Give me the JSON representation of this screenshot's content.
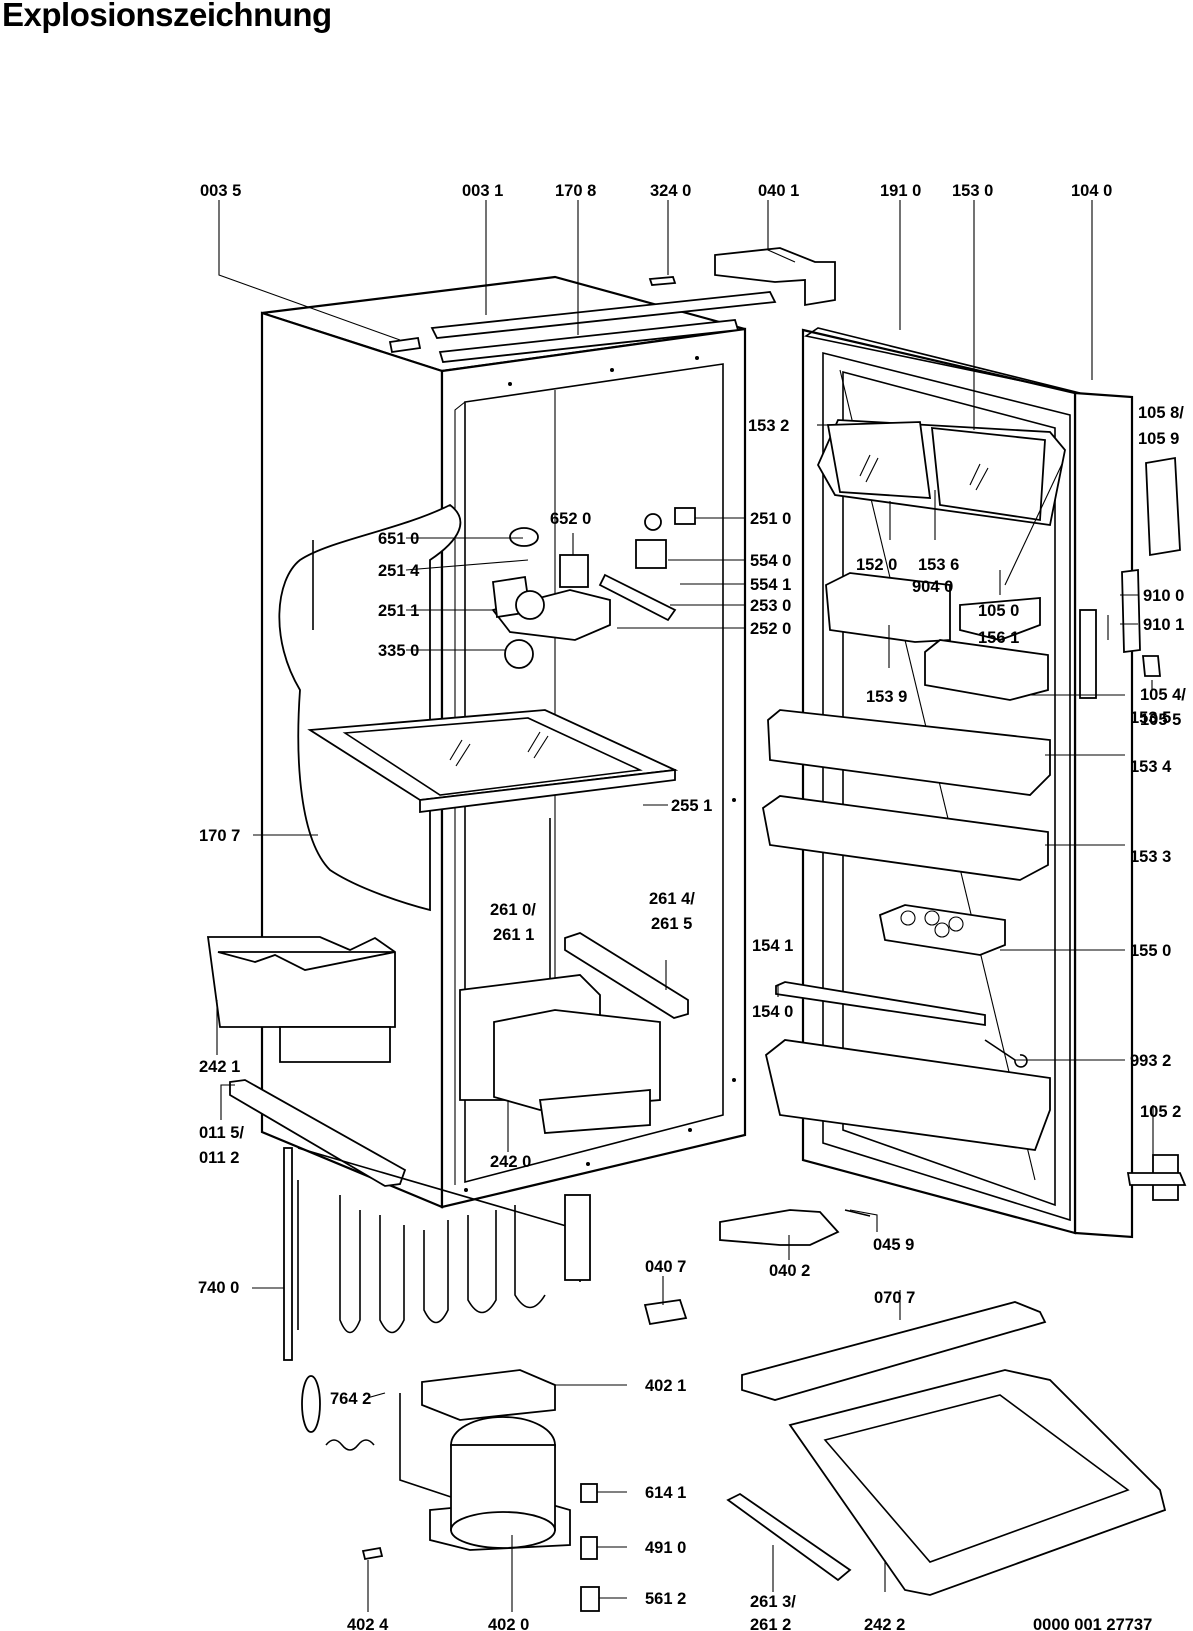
{
  "title": "Explosionszeichnung",
  "drawing_number": "0000 001 27737",
  "labels": {
    "p0035": "003 5",
    "p0031": "003 1",
    "p1708": "170 8",
    "p3240": "324 0",
    "p0401": "040 1",
    "p1910": "191 0",
    "p1530": "153 0",
    "p1040": "104 0",
    "p1058": "105 8/",
    "p1059": "105 9",
    "p1532": "153 2",
    "p2510": "251 0",
    "p6520": "652 0",
    "p6510": "651 0",
    "p2514": "251 4",
    "p5540": "554 0",
    "p5541": "554 1",
    "p1520": "152 0",
    "p1536": "153 6",
    "p9040": "904 0",
    "p2511": "251 1",
    "p2530": "253 0",
    "p2520": "252 0",
    "p9100": "910 0",
    "p9101": "910 1",
    "p1050": "105 0",
    "p1561": "156 1",
    "p3350": "335 0",
    "p1054": "105 4/",
    "p1055": "105 5",
    "p1539": "153 9",
    "p1535": "153 5",
    "p1534": "153 4",
    "p2551": "255 1",
    "p1707": "170 7",
    "p1533": "153 3",
    "p2610": "261 0/",
    "p2611": "261 1",
    "p2614": "261 4/",
    "p2615": "261 5",
    "p1541": "154 1",
    "p1550": "155 0",
    "p2421": "242 1",
    "p1540": "154 0",
    "p9932": "993 2",
    "p1052": "105 2",
    "p0115": "011 5/",
    "p0112": "011 2",
    "p2420": "242 0",
    "p0459": "045 9",
    "p0402": "040 2",
    "p0407": "040 7",
    "p7400": "740 0",
    "p0707": "070 7",
    "p4021": "402 1",
    "p7642": "764 2",
    "p6141": "614 1",
    "p4910": "491 0",
    "p5612": "561 2",
    "p4024": "402 4",
    "p4020": "402 0",
    "p2613": "261 3/",
    "p2612": "261 2",
    "p2422": "242 2"
  }
}
